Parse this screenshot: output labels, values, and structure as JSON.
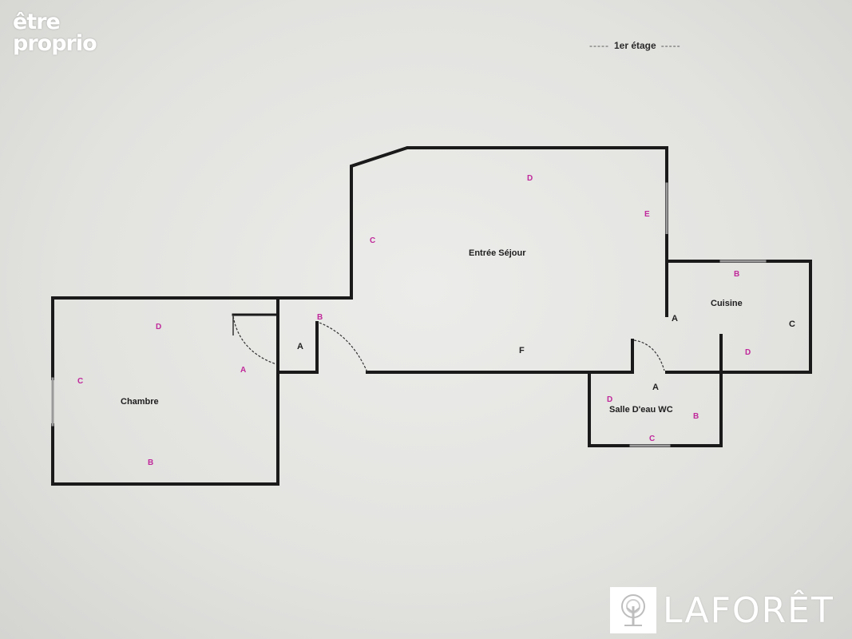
{
  "logo_top_left": {
    "line1": "être",
    "line2": "proprio"
  },
  "floor_title": {
    "dash_left": "-----",
    "text": "1er étage",
    "dash_right": "-----"
  },
  "rooms": {
    "sejour": "Entrée Séjour",
    "chambre": "Chambre",
    "cuisine": "Cuisine",
    "salle_eau": "Salle D'eau WC"
  },
  "marks": {
    "sejour_d": "D",
    "sejour_e": "E",
    "sejour_c": "C",
    "sejour_f": "F",
    "sejour_b": "B",
    "hall_a": "A",
    "chambre_d": "D",
    "chambre_c": "C",
    "chambre_a": "A",
    "chambre_b": "B",
    "cuisine_b": "B",
    "cuisine_c": "C",
    "cuisine_d": "D",
    "cuisine_a": "A",
    "sde_a": "A",
    "sde_d": "D",
    "sde_b": "B",
    "sde_c": "C"
  },
  "brand_bottom_right": {
    "text": "LAFORÊT",
    "icon": "tree-icon"
  },
  "colors": {
    "wall": "#1a1a1a",
    "mark": "#c0289a",
    "background": "#e6e6e3"
  }
}
